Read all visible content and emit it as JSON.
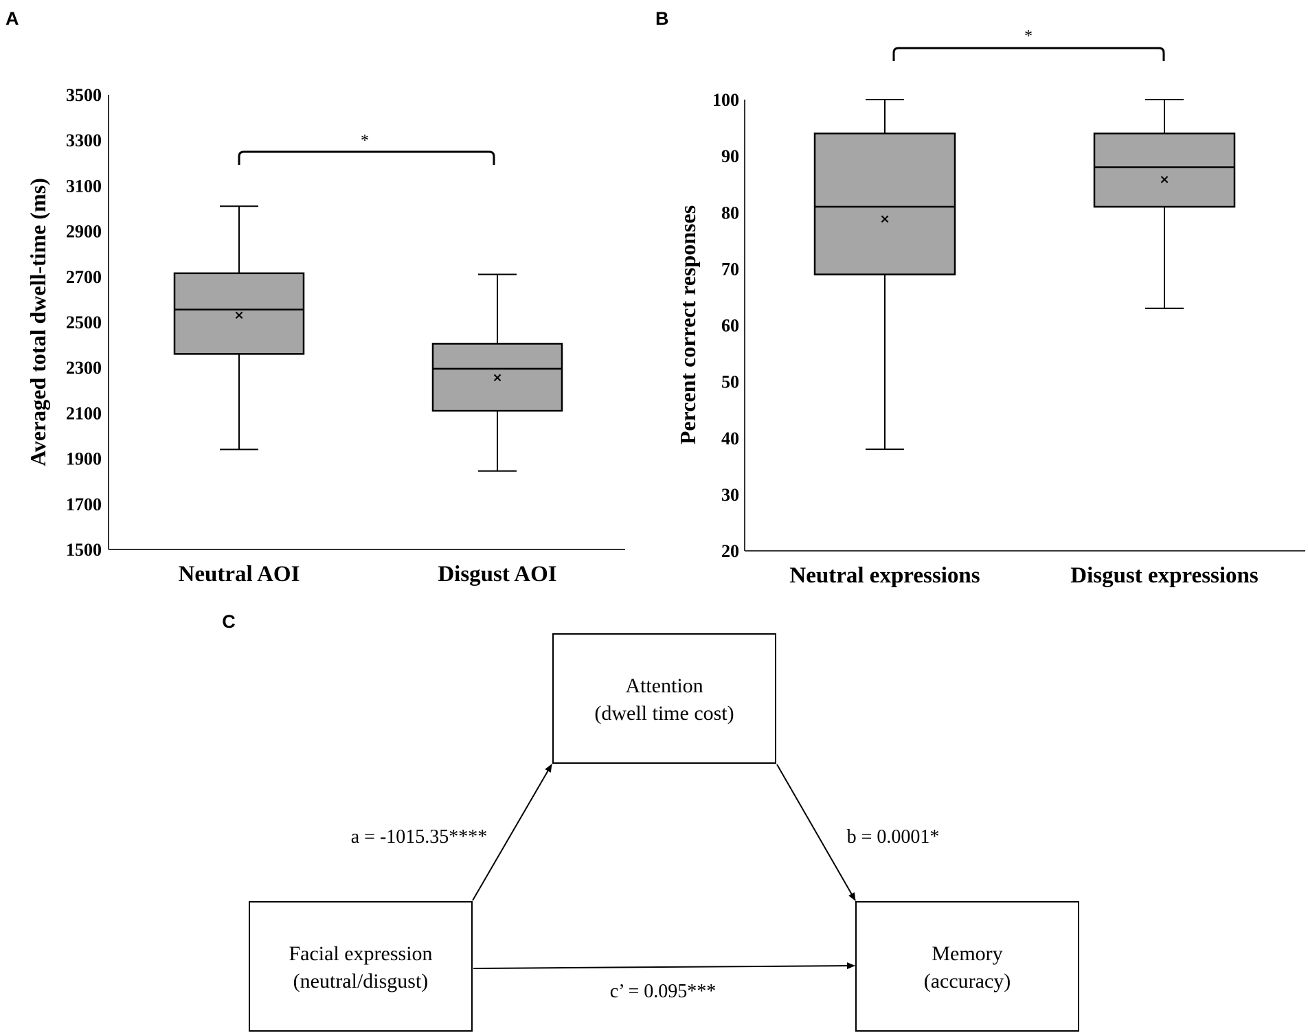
{
  "chart_data": [
    {
      "panel": "A",
      "type": "box",
      "ylabel": "Averaged total dwell-time (ms)",
      "ylim": [
        1500,
        3500
      ],
      "yticks": [
        1500,
        1700,
        1900,
        2100,
        2300,
        2500,
        2700,
        2900,
        3100,
        3300,
        3500
      ],
      "categories": [
        "Neutral AOI",
        "Disgust AOI"
      ],
      "boxes": [
        {
          "min": 1940,
          "q1": 2360,
          "median": 2555,
          "q3": 2715,
          "max": 3010,
          "mean": 2535
        },
        {
          "min": 1845,
          "q1": 2110,
          "median": 2295,
          "q3": 2405,
          "max": 2710,
          "mean": 2260
        }
      ],
      "significance": "*",
      "box_color": "#a6a6a6"
    },
    {
      "panel": "B",
      "type": "box",
      "ylabel": "Percent correct responses",
      "ylim": [
        20,
        100
      ],
      "yticks": [
        20,
        30,
        40,
        50,
        60,
        70,
        80,
        90,
        100
      ],
      "categories": [
        "Neutral expressions",
        "Disgust expressions"
      ],
      "boxes": [
        {
          "min": 38,
          "q1": 69,
          "median": 81,
          "q3": 94,
          "max": 100,
          "mean": 79
        },
        {
          "min": 63,
          "q1": 81,
          "median": 88,
          "q3": 94,
          "max": 100,
          "mean": 86
        }
      ],
      "significance": "*",
      "box_color": "#a6a6a6"
    }
  ],
  "diagram": {
    "panel": "C",
    "nodes": {
      "mediator": {
        "line1": "Attention",
        "line2": "(dwell time cost)"
      },
      "predictor": {
        "line1": "Facial expression",
        "line2": "(neutral/disgust)"
      },
      "outcome": {
        "line1": "Memory",
        "line2": "(accuracy)"
      }
    },
    "paths": {
      "a": "a = -1015.35****",
      "b": "b = 0.0001*",
      "c": "c’ = 0.095***"
    }
  }
}
